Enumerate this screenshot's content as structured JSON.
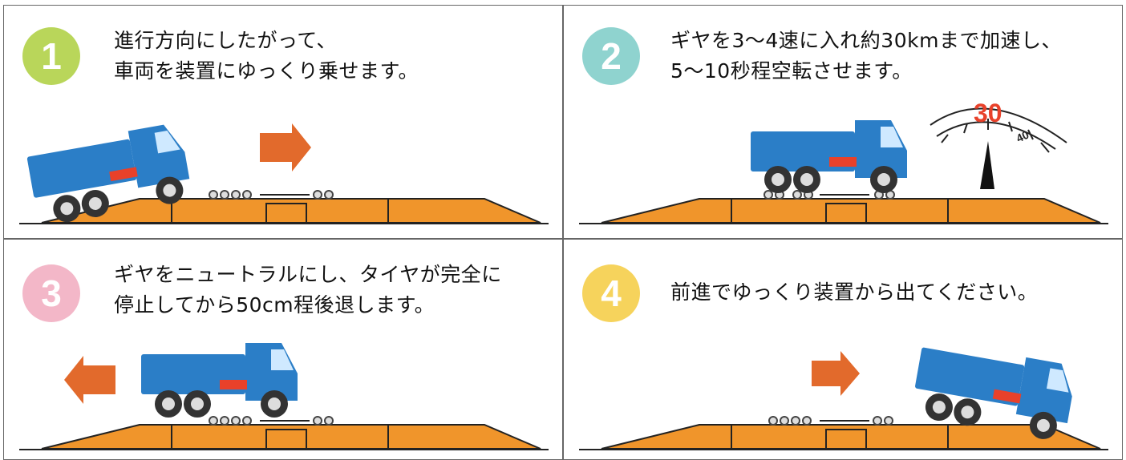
{
  "steps": [
    {
      "number": "1",
      "color": "#b9d65a",
      "lines": [
        "進行方向にしたがって、",
        "車両を装置にゆっくり乗せます。"
      ]
    },
    {
      "number": "2",
      "color": "#8fd3cf",
      "lines": [
        "ギヤを3～4速に入れ約30kmまで加速し、",
        "5～10秒程空転させます。"
      ]
    },
    {
      "number": "3",
      "color": "#f3b7c8",
      "lines": [
        "ギヤをニュートラルにし、タイヤが完全に",
        "停止してから50cm程後退します。"
      ]
    },
    {
      "number": "4",
      "color": "#f6d35c",
      "lines": [
        "前進でゆっくり装置から出てください。"
      ]
    }
  ],
  "speedometer": {
    "highlight": "30",
    "next": "40"
  },
  "colors": {
    "truck_body": "#2b7ec7",
    "truck_stripe": "#e8412a",
    "ramp": "#f0952b",
    "arrow": "#e26a2c"
  }
}
